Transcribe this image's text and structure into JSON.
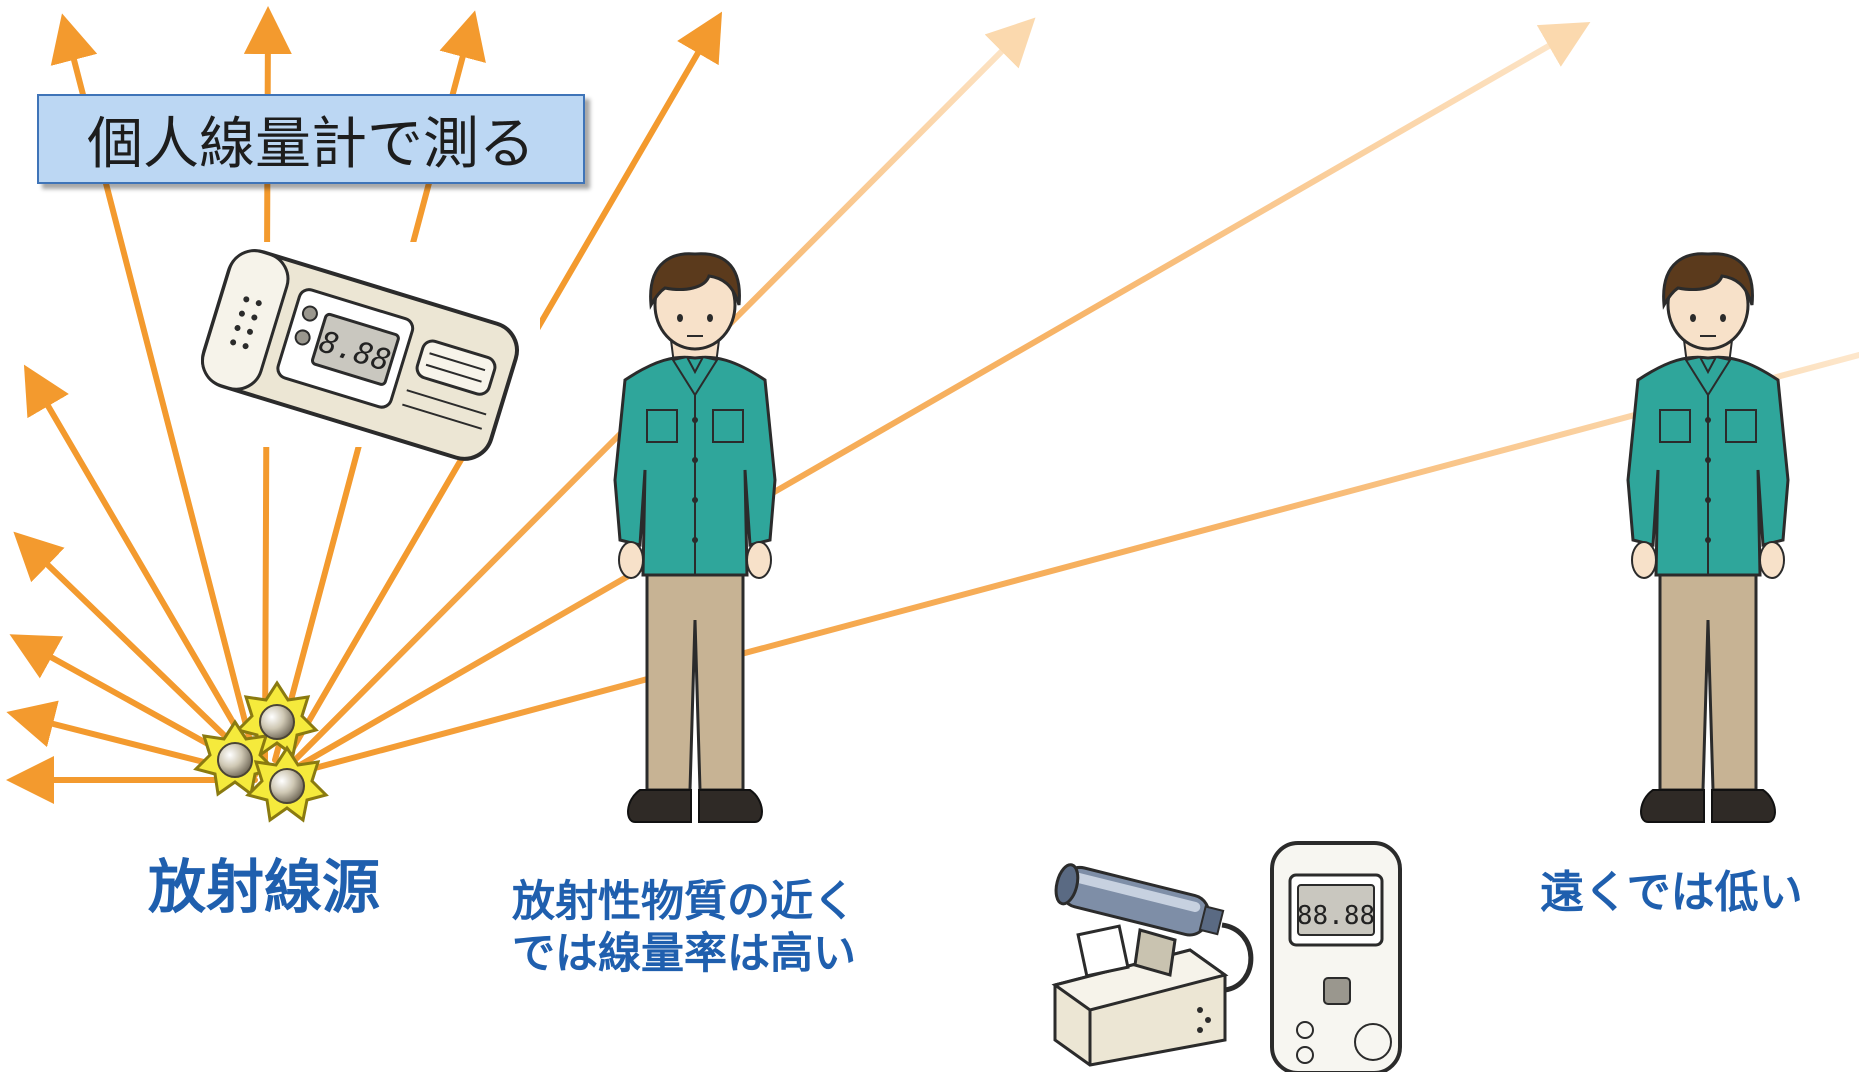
{
  "title_box": {
    "text": "個人線量計で測る"
  },
  "captions": {
    "source": "放射線源",
    "near_line1": "放射性物質の近く",
    "near_line2": "では線量率は高い",
    "far": "遠くでは低い"
  },
  "dosimeter_display": "8.88",
  "survey_meter_display": "88.88",
  "colors": {
    "ray": "#f39a2e",
    "ray_fade": "#fbe3c6",
    "title_box_fill": "#bcd7f3",
    "title_box_border": "#3f74b8",
    "caption_text": "#1f5fae",
    "shirt": "#2fa69b",
    "pants": "#c7b394",
    "hair": "#5b3a1c",
    "source_star": "#f5ea3c"
  },
  "icons": [
    "radiation-source-icon",
    "personal-dosimeter-icon",
    "survey-meter-icon",
    "worker-figure-icon"
  ]
}
